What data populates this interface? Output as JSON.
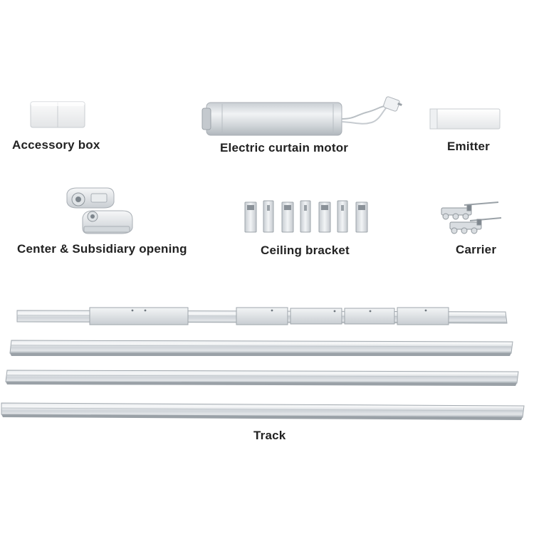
{
  "components": {
    "accessory_box": {
      "label": "Accessory box",
      "icon": "accessory-box-icon"
    },
    "motor": {
      "label": "Electric curtain motor",
      "icon": "motor-icon"
    },
    "emitter": {
      "label": "Emitter",
      "icon": "emitter-icon"
    },
    "opening": {
      "label": "Center & Subsidiary opening",
      "icon": "center-opening-icon"
    },
    "ceiling_bracket": {
      "label": "Ceiling bracket",
      "icon": "ceiling-bracket-icon"
    },
    "carrier": {
      "label": "Carrier",
      "icon": "carrier-icon"
    },
    "track": {
      "label": "Track",
      "icon": "track-icon"
    }
  },
  "colors": {
    "background": "#ffffff",
    "label": "#222222",
    "aluminum": "#d5dade",
    "aluminum_dark": "#a9b0b6",
    "aluminum_light": "#eef1f3"
  }
}
